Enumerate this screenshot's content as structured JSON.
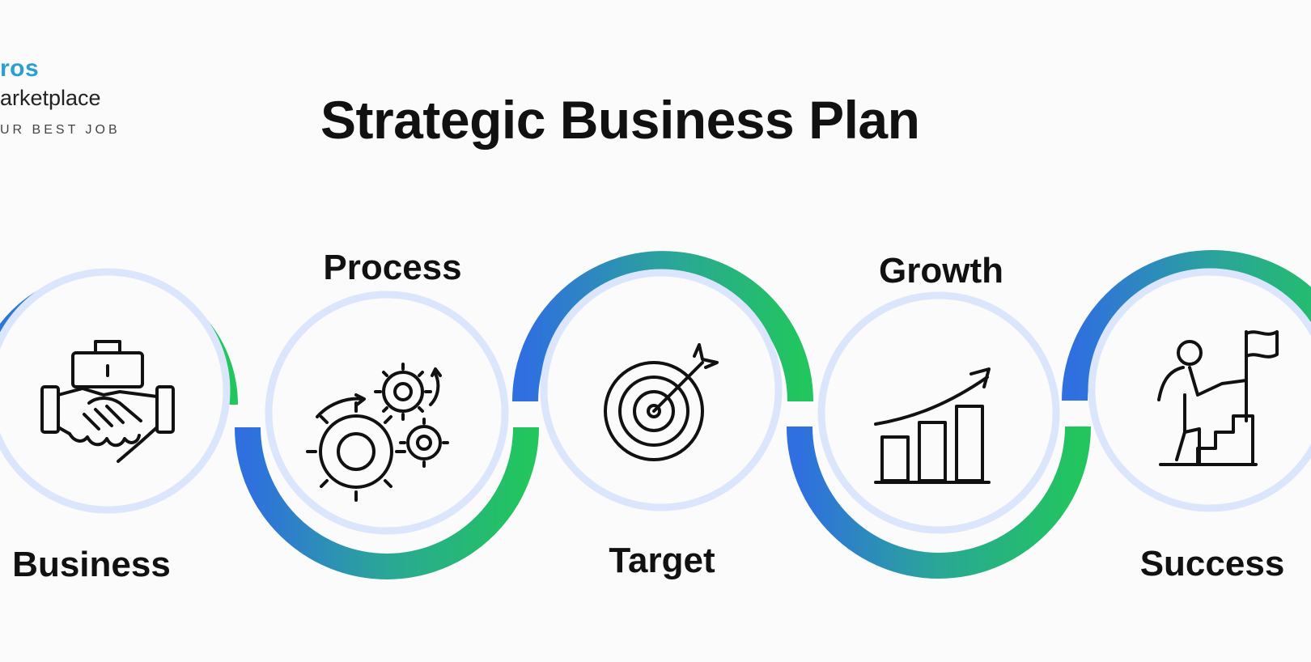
{
  "logo": {
    "brand": "ros",
    "sub": "arketplace",
    "tagline": "UR BEST JOB"
  },
  "title": "Strategic Business Plan",
  "steps": [
    {
      "label": "Business",
      "icon": "handshake-icon"
    },
    {
      "label": "Process",
      "icon": "gears-icon"
    },
    {
      "label": "Target",
      "icon": "target-icon"
    },
    {
      "label": "Growth",
      "icon": "growth-chart-icon"
    },
    {
      "label": "Success",
      "icon": "success-flag-icon"
    }
  ],
  "colors": {
    "blue": "#2f6fe0",
    "green": "#22c55e",
    "ring": "#dbe5fb",
    "icon": "#111111"
  }
}
